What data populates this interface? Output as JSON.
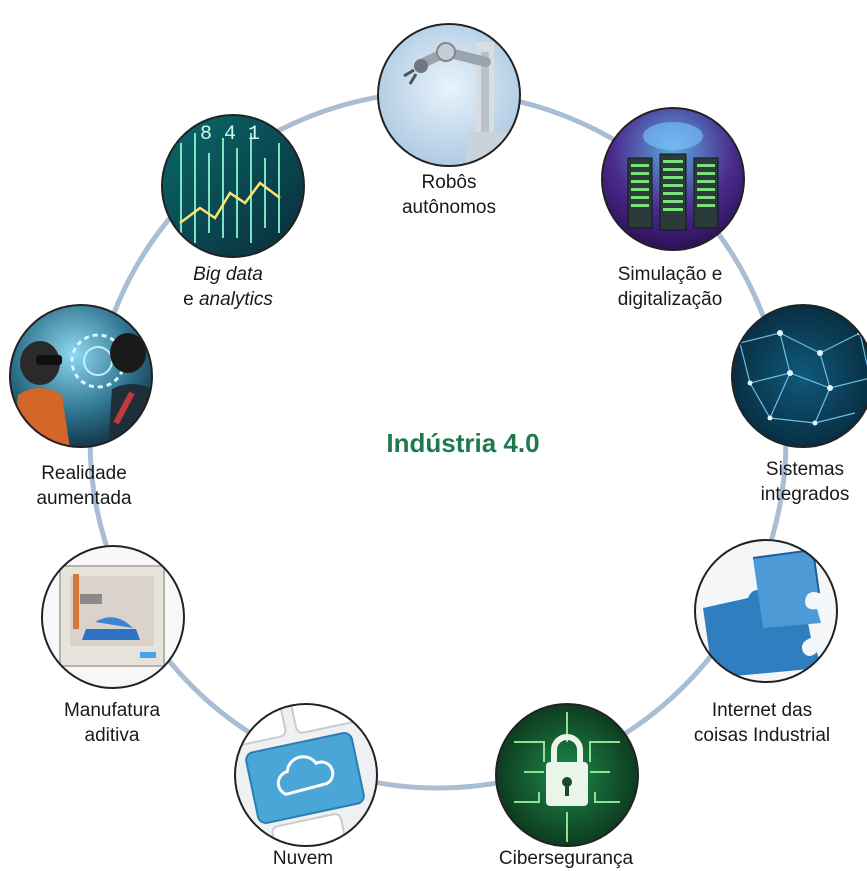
{
  "title": "Indústria 4.0",
  "colors": {
    "ring": "#a9bdd3",
    "title": "#1e7a4c",
    "circle_border": "#222222"
  },
  "nodes": [
    {
      "id": "robos",
      "icon": "robot-arm-icon",
      "lines": [
        "Robôs",
        "autônomos"
      ]
    },
    {
      "id": "simulacao",
      "icon": "server-racks-icon",
      "lines": [
        "Simulação e",
        "digitalização"
      ]
    },
    {
      "id": "sistemas",
      "icon": "network-mesh-icon",
      "lines": [
        "Sistemas",
        "integrados"
      ]
    },
    {
      "id": "iot",
      "icon": "puzzle-pieces-icon",
      "lines": [
        "Internet das",
        "coisas Industrial"
      ]
    },
    {
      "id": "ciber",
      "icon": "padlock-circuit-icon",
      "lines": [
        "Cibersegurança"
      ]
    },
    {
      "id": "nuvem",
      "icon": "cloud-key-icon",
      "lines": [
        "Nuvem"
      ]
    },
    {
      "id": "manufatura",
      "icon": "3d-printer-icon",
      "lines": [
        "Manufatura",
        "aditiva"
      ]
    },
    {
      "id": "realidade",
      "icon": "vr-headset-icon",
      "lines": [
        "Realidade",
        "aumentada"
      ]
    },
    {
      "id": "bigdata",
      "icon": "data-stream-icon",
      "lines_rich": [
        [
          {
            "text": "Big data",
            "italic": true
          }
        ],
        [
          {
            "text": "e ",
            "italic": false
          },
          {
            "text": "analytics",
            "italic": true
          }
        ]
      ]
    }
  ]
}
